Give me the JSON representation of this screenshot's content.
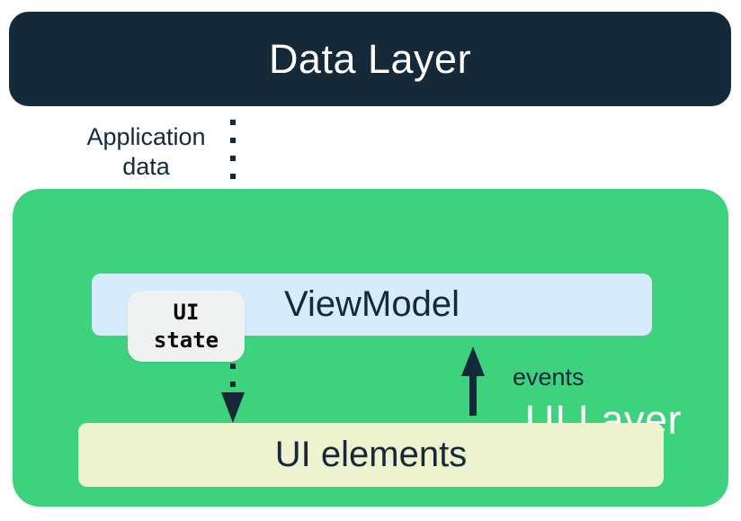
{
  "colors": {
    "navy": "#152938",
    "green": "#3DD37E",
    "light_blue": "#D6ECFC",
    "cream": "#EDF3CF",
    "badge_gray": "#F0F2F1",
    "white": "#FFFFFF"
  },
  "data_layer": {
    "label": "Data Layer"
  },
  "ui_layer": {
    "label": "UI Layer",
    "viewmodel": {
      "label": "ViewModel"
    },
    "ui_state_badge": {
      "line1": "UI",
      "line2": "state"
    },
    "ui_elements": {
      "label": "UI elements"
    }
  },
  "flows": {
    "application_data": {
      "line1": "Application",
      "line2": "data",
      "direction": "down",
      "style": "dotted",
      "from": "Data Layer",
      "to": "UI elements via ViewModel"
    },
    "events": {
      "label": "events",
      "direction": "up",
      "style": "solid",
      "from": "UI elements",
      "to": "ViewModel"
    }
  }
}
